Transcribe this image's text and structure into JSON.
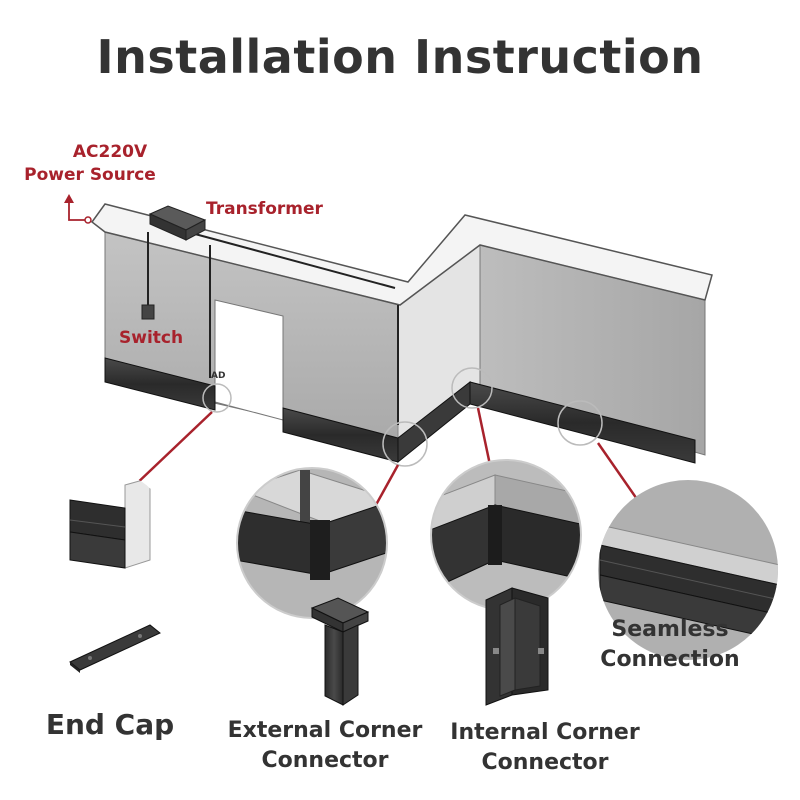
{
  "title": "Installation Instruction",
  "labels": {
    "power_line1": "AC220V",
    "power_line2": "Power Source",
    "transformer": "Transformer",
    "switch": "Switch",
    "ad_mark": "AD"
  },
  "parts": {
    "end_cap": "End Cap",
    "external_corner_line1": "External Corner",
    "external_corner_line2": "Connector",
    "internal_corner_line1": "Internal Corner",
    "internal_corner_line2": "Connector",
    "seamless_line1": "Seamless",
    "seamless_line2": "Connection"
  },
  "colors": {
    "accent_red": "#a8222c",
    "text_dark": "#333333",
    "wall_gray": "#b8b8b8",
    "skirting_black": "#2e2e2e"
  }
}
